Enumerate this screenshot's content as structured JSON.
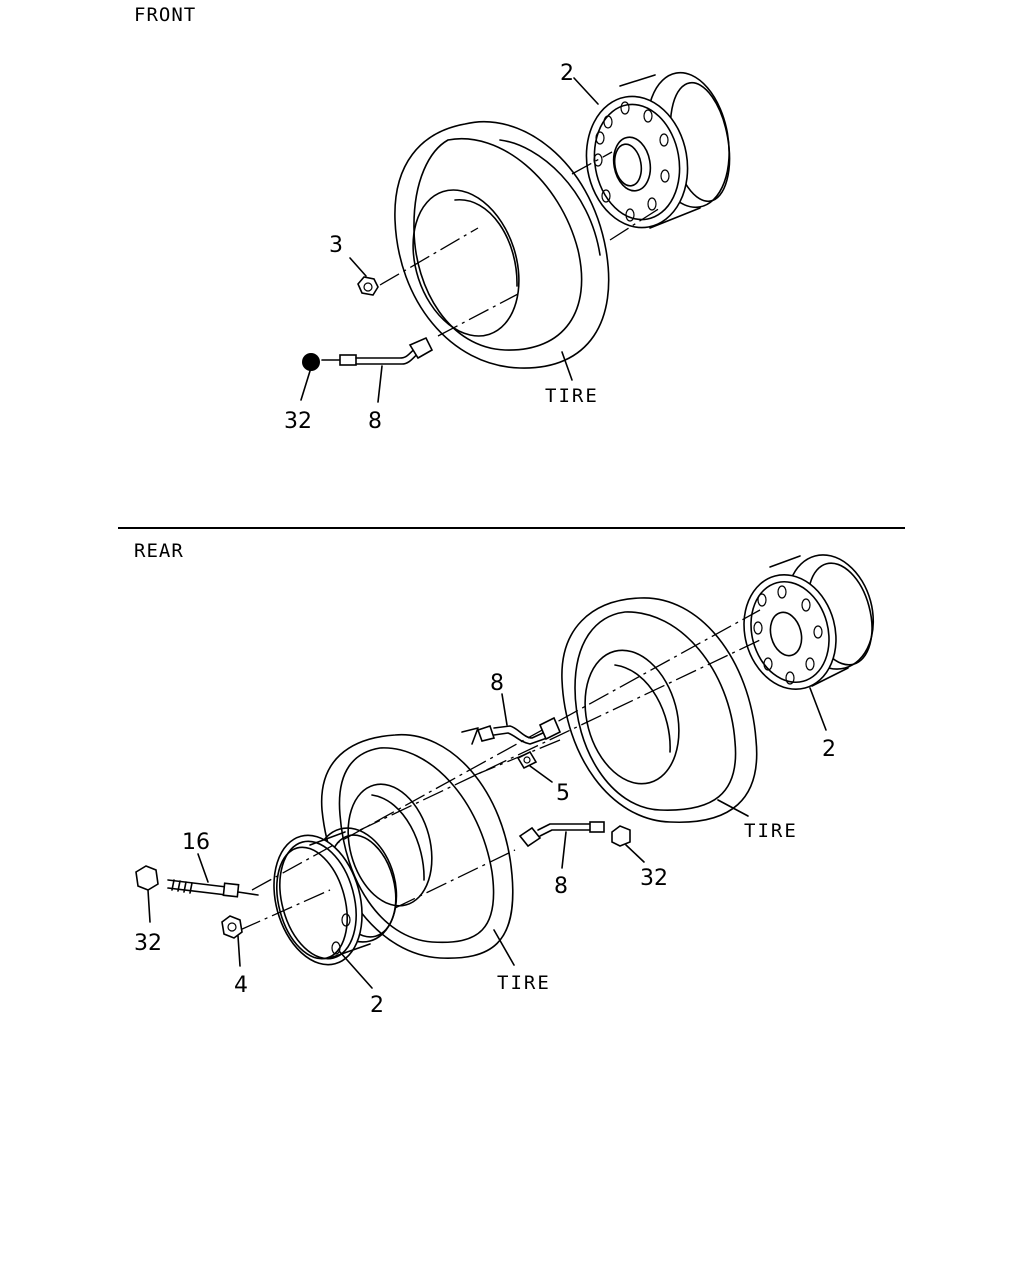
{
  "sections": {
    "front": "FRONT",
    "rear": "REAR"
  },
  "front_labels": {
    "wheel": "2",
    "nut": "3",
    "cap": "32",
    "ext": "8",
    "tire": "TIRE"
  },
  "rear_labels": {
    "ext_top": "8",
    "valve": "5",
    "wheel_right": "2",
    "tire_right": "TIRE",
    "bolt": "16",
    "cap_left": "32",
    "nut": "4",
    "wheel_left": "2",
    "tire_left": "TIRE",
    "ext_bottom": "8",
    "cap_right": "32"
  }
}
